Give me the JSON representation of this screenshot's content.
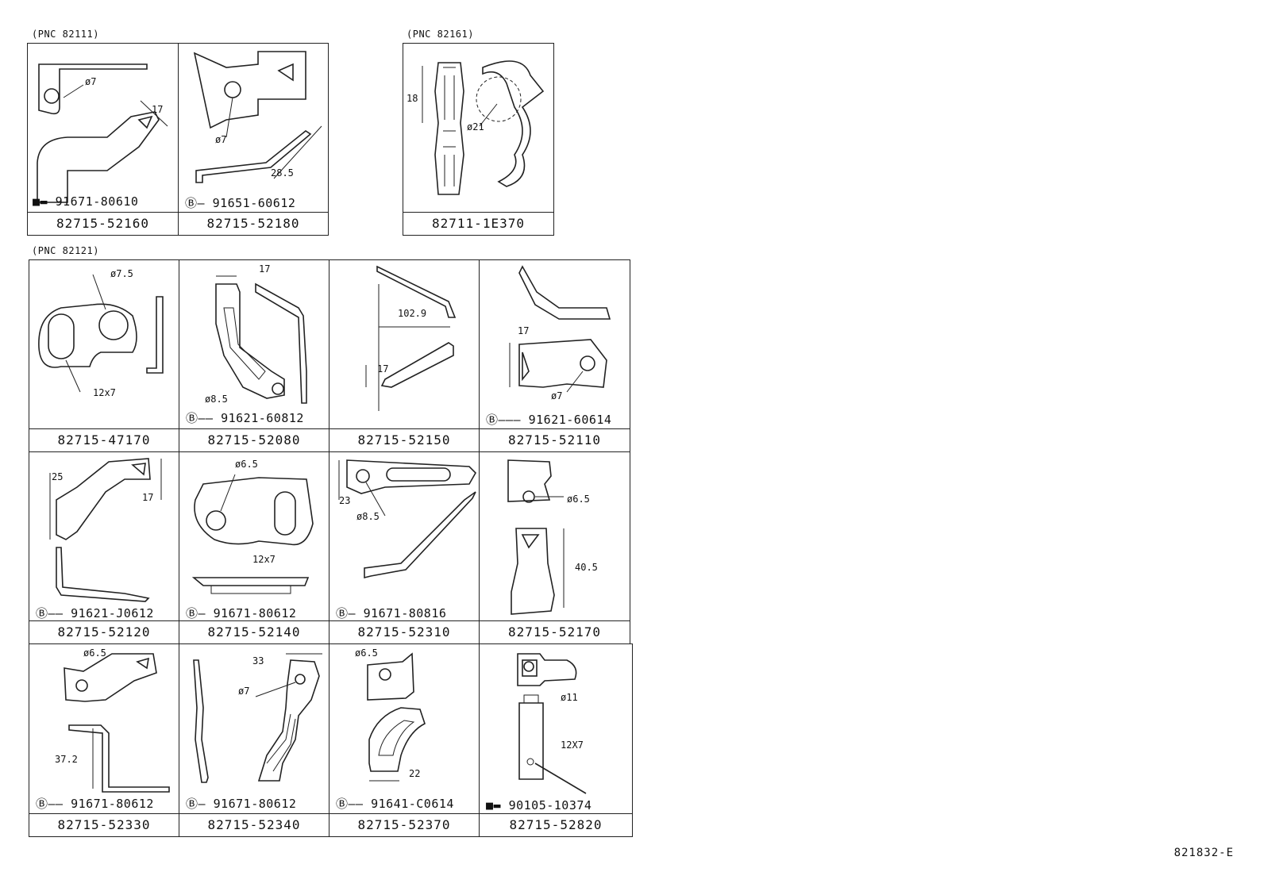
{
  "groups": [
    {
      "label": "(PNC 82111)"
    },
    {
      "label": "(PNC 82161)"
    },
    {
      "label": "(PNC 82121)"
    }
  ],
  "parts": [
    {
      "part_no": "82715-52160",
      "bolt": "91671-80610",
      "dims": [
        "ø7",
        "17"
      ]
    },
    {
      "part_no": "82715-52180",
      "bolt": "91651-60612",
      "dims": [
        "ø7",
        "28.5"
      ]
    },
    {
      "part_no": "82711-1E370",
      "bolt": "",
      "dims": [
        "18",
        "ø21"
      ]
    },
    {
      "part_no": "82715-47170",
      "bolt": "",
      "dims": [
        "ø7.5",
        "12x7"
      ]
    },
    {
      "part_no": "82715-52080",
      "bolt": "91621-60812",
      "dims": [
        "17",
        "ø8.5"
      ]
    },
    {
      "part_no": "82715-52150",
      "bolt": "",
      "dims": [
        "102.9",
        "17"
      ]
    },
    {
      "part_no": "82715-52110",
      "bolt": "91621-60614",
      "dims": [
        "17",
        "ø7"
      ]
    },
    {
      "part_no": "82715-52120",
      "bolt": "91621-J0612",
      "dims": [
        "25",
        "17"
      ]
    },
    {
      "part_no": "82715-52140",
      "bolt": "91671-80612",
      "dims": [
        "ø6.5",
        "12x7"
      ]
    },
    {
      "part_no": "82715-52310",
      "bolt": "91671-80816",
      "dims": [
        "23",
        "ø8.5"
      ]
    },
    {
      "part_no": "82715-52170",
      "bolt": "",
      "dims": [
        "ø6.5",
        "40.5"
      ]
    },
    {
      "part_no": "82715-52330",
      "bolt": "91671-80612",
      "dims": [
        "ø6.5",
        "37.2"
      ]
    },
    {
      "part_no": "82715-52340",
      "bolt": "91671-80612",
      "dims": [
        "33",
        "ø7"
      ]
    },
    {
      "part_no": "82715-52370",
      "bolt": "91641-C0614",
      "dims": [
        "ø6.5",
        "22"
      ]
    },
    {
      "part_no": "82715-52820",
      "bolt": "90105-10374",
      "dims": [
        "ø11",
        "12X7"
      ]
    }
  ],
  "ref_code": "821832-E",
  "icons": {
    "bolt_b": "circled-b-icon",
    "screw": "screw-icon"
  }
}
